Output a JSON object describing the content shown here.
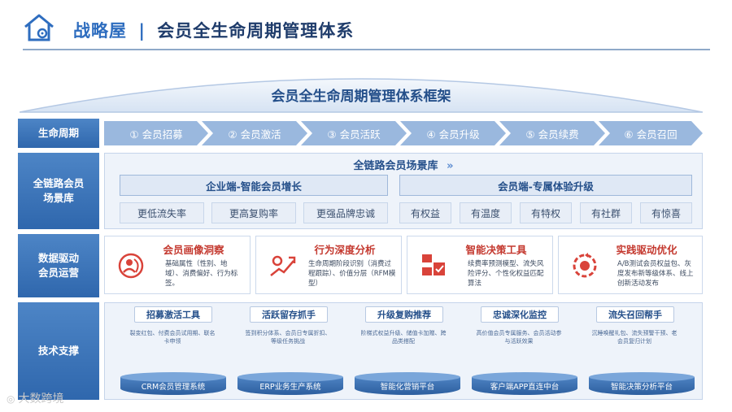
{
  "header": {
    "brand": "战略屋",
    "separator": "|",
    "title": "会员全生命周期管理体系"
  },
  "framework_title": "会员全生命周期管理体系框架",
  "rows": {
    "lifecycle": {
      "label": "生命周期",
      "stages": [
        "① 会员招募",
        "② 会员激活",
        "③ 会员活跃",
        "④ 会员升级",
        "⑤ 会员续费",
        "⑥ 会员召回"
      ]
    },
    "scenes": {
      "label_line1": "全链路会员",
      "label_line2": "场景库",
      "title": "全链路会员场景库",
      "title_arrow": "»",
      "enterprise": {
        "title": "企业端-智能会员增长",
        "items": [
          "更低流失率",
          "更高复购率",
          "更强品牌忠诚"
        ]
      },
      "member": {
        "title": "会员端-专属体验升级",
        "items": [
          "有权益",
          "有温度",
          "有特权",
          "有社群",
          "有惊喜"
        ]
      }
    },
    "data_ops": {
      "label_line1": "数据驱动",
      "label_line2": "会员运营",
      "cards": [
        {
          "title": "会员画像洞察",
          "desc": "基础属性（性别、地域）、消费偏好、行为标签。",
          "icon": "profile-icon"
        },
        {
          "title": "行为深度分析",
          "desc": "生命周期阶段识别（消费过程跟踪）、价值分层（RFM模型）",
          "icon": "behavior-path-icon"
        },
        {
          "title": "智能决策工具",
          "desc": "续费率预测模型、流失风险评分、个性化权益匹配算法",
          "icon": "decision-icon"
        },
        {
          "title": "实践驱动优化",
          "desc": "A/B测试会员权益包、灰度发布新等级体系、线上创新活动发布",
          "icon": "optimize-cycle-icon"
        }
      ]
    },
    "tech": {
      "label": "技术支撑",
      "tools": [
        {
          "name": "招募激活工具",
          "desc": "裂变红包、付费会员试用期、联名卡申领"
        },
        {
          "name": "活跃留存抓手",
          "desc": "签到积分体系、会员日专属折扣、等级任务挑战"
        },
        {
          "name": "升级复购推荐",
          "desc": "阶梯式权益升级、储值卡加赠、跨品类搭配"
        },
        {
          "name": "忠诚深化监控",
          "desc": "高价值会员专属服务、会员活动参与活跃效果"
        },
        {
          "name": "流失召回帮手",
          "desc": "沉睡唤醒礼包、流失预警干预、老会员复归计划"
        }
      ],
      "platforms": [
        "CRM会员管理系统",
        "ERP业务生产系统",
        "智能化营销平台",
        "客户端APP直连中台",
        "智能决策分析平台"
      ]
    }
  },
  "watermark": "大数跨境",
  "colors": {
    "accent": "#2f67ad",
    "chevron": "#9ab8de",
    "card_title": "#c4392f",
    "icon_red": "#d9433a"
  }
}
